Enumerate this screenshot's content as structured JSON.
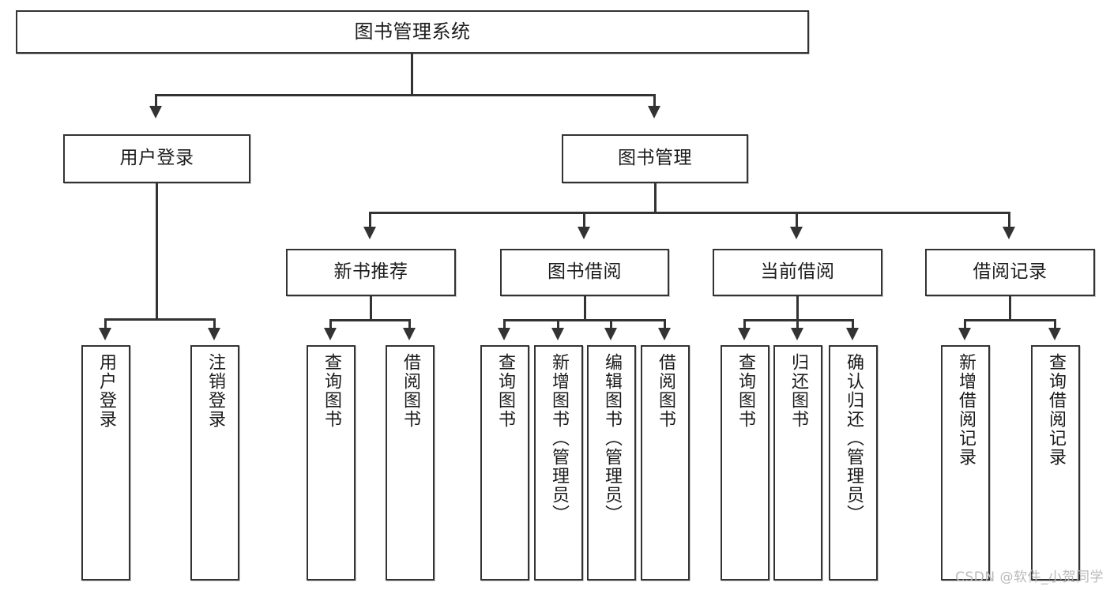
{
  "diagram": {
    "type": "tree",
    "title": "图书管理系统",
    "watermark": "CSDN @软件_小贺同学",
    "colors": {
      "box_border": "#333333",
      "box_fill": "#ffffff",
      "connector": "#333333",
      "text": "#1b1b1b",
      "watermark": "#b9b9b9"
    },
    "root": {
      "label": "图书管理系统"
    },
    "level2": [
      {
        "label": "用户登录"
      },
      {
        "label": "图书管理"
      }
    ],
    "level3": [
      {
        "label": "新书推荐"
      },
      {
        "label": "图书借阅"
      },
      {
        "label": "当前借阅"
      },
      {
        "label": "借阅记录"
      }
    ],
    "leaves": {
      "user_login": [
        {
          "label": "用户登录"
        },
        {
          "label": "注销登录"
        }
      ],
      "new_book": [
        {
          "label": "查询图书"
        },
        {
          "label": "借阅图书"
        }
      ],
      "book_borrow": [
        {
          "label": "查询图书"
        },
        {
          "label": "新增图书（管理员）"
        },
        {
          "label": "编辑图书（管理员）"
        },
        {
          "label": "借阅图书"
        }
      ],
      "current_borrow": [
        {
          "label": "查询图书"
        },
        {
          "label": "归还图书"
        },
        {
          "label": "确认归还（管理员）"
        }
      ],
      "borrow_record": [
        {
          "label": "新增借阅记录"
        },
        {
          "label": "查询借阅记录"
        }
      ]
    }
  }
}
